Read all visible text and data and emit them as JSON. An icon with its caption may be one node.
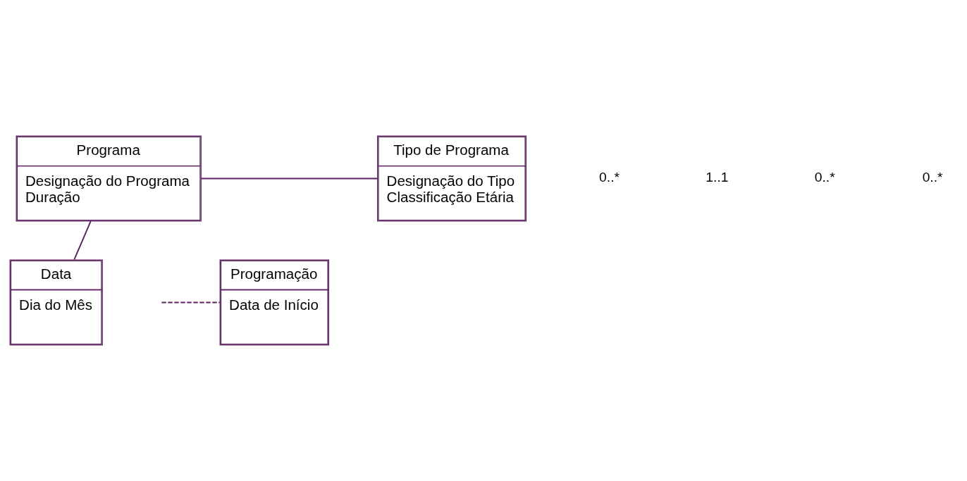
{
  "diagram": {
    "nodes": [
      {
        "text": [
          "Programa",
          "Designação do Programa",
          "Duração"
        ]
      },
      {
        "text": [
          "Tipo de Programa",
          "Designação do Tipo",
          "Classificação Etária"
        ]
      },
      {
        "text": [
          "Programação",
          "Data de Início"
        ]
      },
      {
        "text": [
          "Data",
          "Dia do Mês"
        ]
      }
    ],
    "edges": [
      {
        "from": 0,
        "to": 1,
        "arrow": "none"
      },
      {
        "from": 0,
        "to": 3,
        "arrow": "none"
      },
      {
        "from": null,
        "to": 2,
        "arrow": "none",
        "style": "dashed"
      }
    ],
    "labels": [
      "0..*",
      "1..1",
      "0..*",
      "0..*"
    ]
  }
}
